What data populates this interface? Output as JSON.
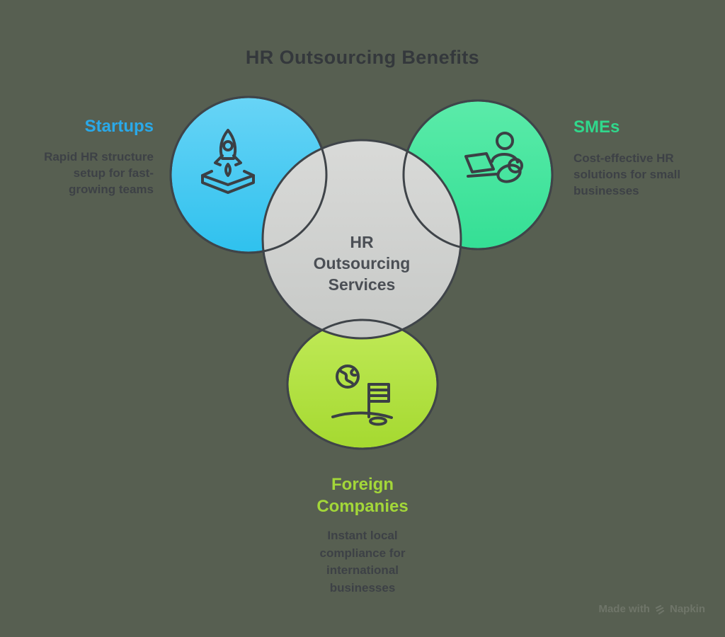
{
  "title": "HR Outsourcing Benefits",
  "center": {
    "lines": [
      "HR",
      "Outsourcing",
      "Services"
    ]
  },
  "segments": {
    "startups": {
      "label": "Startups",
      "desc_lines": [
        "Rapid HR structure",
        "setup for fast-",
        "growing teams"
      ],
      "icon": "rocket-launch-icon"
    },
    "smes": {
      "label": "SMEs",
      "desc_lines": [
        "Cost-effective HR",
        "solutions for small",
        "businesses"
      ],
      "icon": "person-laptop-icon"
    },
    "foreign": {
      "label_lines": [
        "Foreign",
        "Companies"
      ],
      "desc_lines": [
        "Instant local",
        "compliance for",
        "international",
        "businesses"
      ],
      "icon": "globe-flag-icon"
    }
  },
  "watermark": {
    "prefix": "Made with",
    "brand": "Napkin",
    "icon": "napkin-logo-icon"
  },
  "colors": {
    "background": "#575f51",
    "outline": "#3f4449",
    "icon_stroke": "#3b4045",
    "title": "#34383c",
    "desc_text": "#3d4146",
    "center_text": "#4b4f55",
    "startups_accent": "#2aa9e9",
    "smes_accent": "#30d88c",
    "foreign_accent": "#a3d739",
    "watermark": "#6f7569",
    "blue_top": "#68d4f6",
    "blue_bottom": "#2fc1ee",
    "green_top": "#5beba9",
    "green_bottom": "#34df95",
    "lime_top": "#c0ea58",
    "lime_bottom": "#a5d930",
    "gray_top": "#d9dad8",
    "gray_bottom": "#c7c9c7"
  }
}
